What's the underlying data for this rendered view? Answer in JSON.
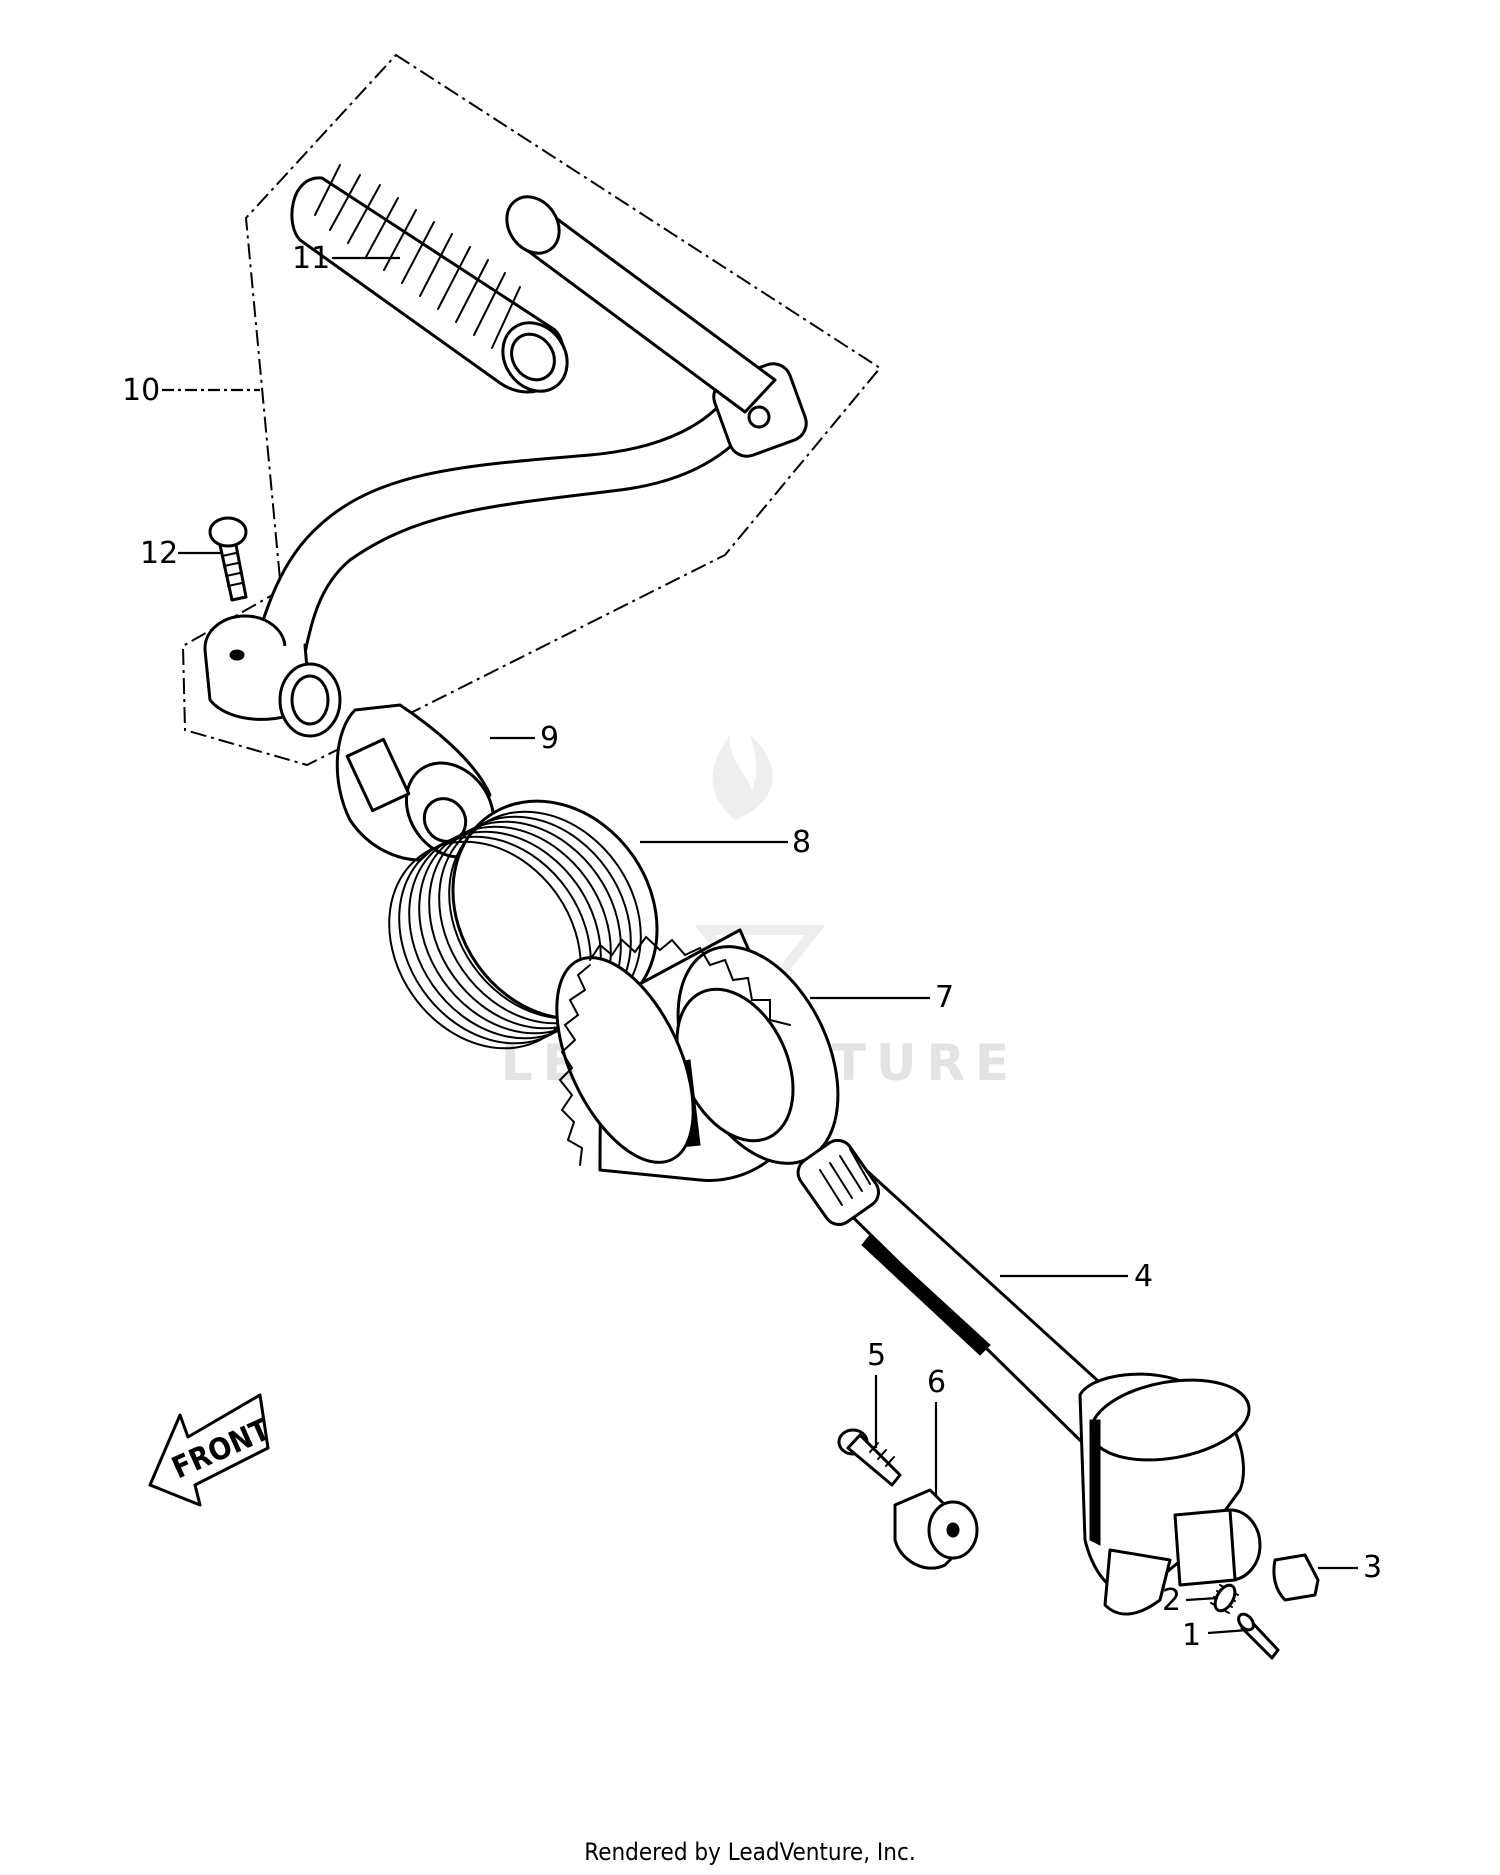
{
  "diagram": {
    "callouts": [
      {
        "id": "1",
        "label": "1"
      },
      {
        "id": "2",
        "label": "2"
      },
      {
        "id": "3",
        "label": "3"
      },
      {
        "id": "4",
        "label": "4"
      },
      {
        "id": "5",
        "label": "5"
      },
      {
        "id": "6",
        "label": "6"
      },
      {
        "id": "7",
        "label": "7"
      },
      {
        "id": "8",
        "label": "8"
      },
      {
        "id": "9",
        "label": "9"
      },
      {
        "id": "10",
        "label": "10"
      },
      {
        "id": "11",
        "label": "11"
      },
      {
        "id": "12",
        "label": "12"
      }
    ],
    "front_arrow_label": "FRONT",
    "watermark": "LEADVENTURE"
  },
  "footer": {
    "text": "Rendered by LeadVenture, Inc."
  }
}
